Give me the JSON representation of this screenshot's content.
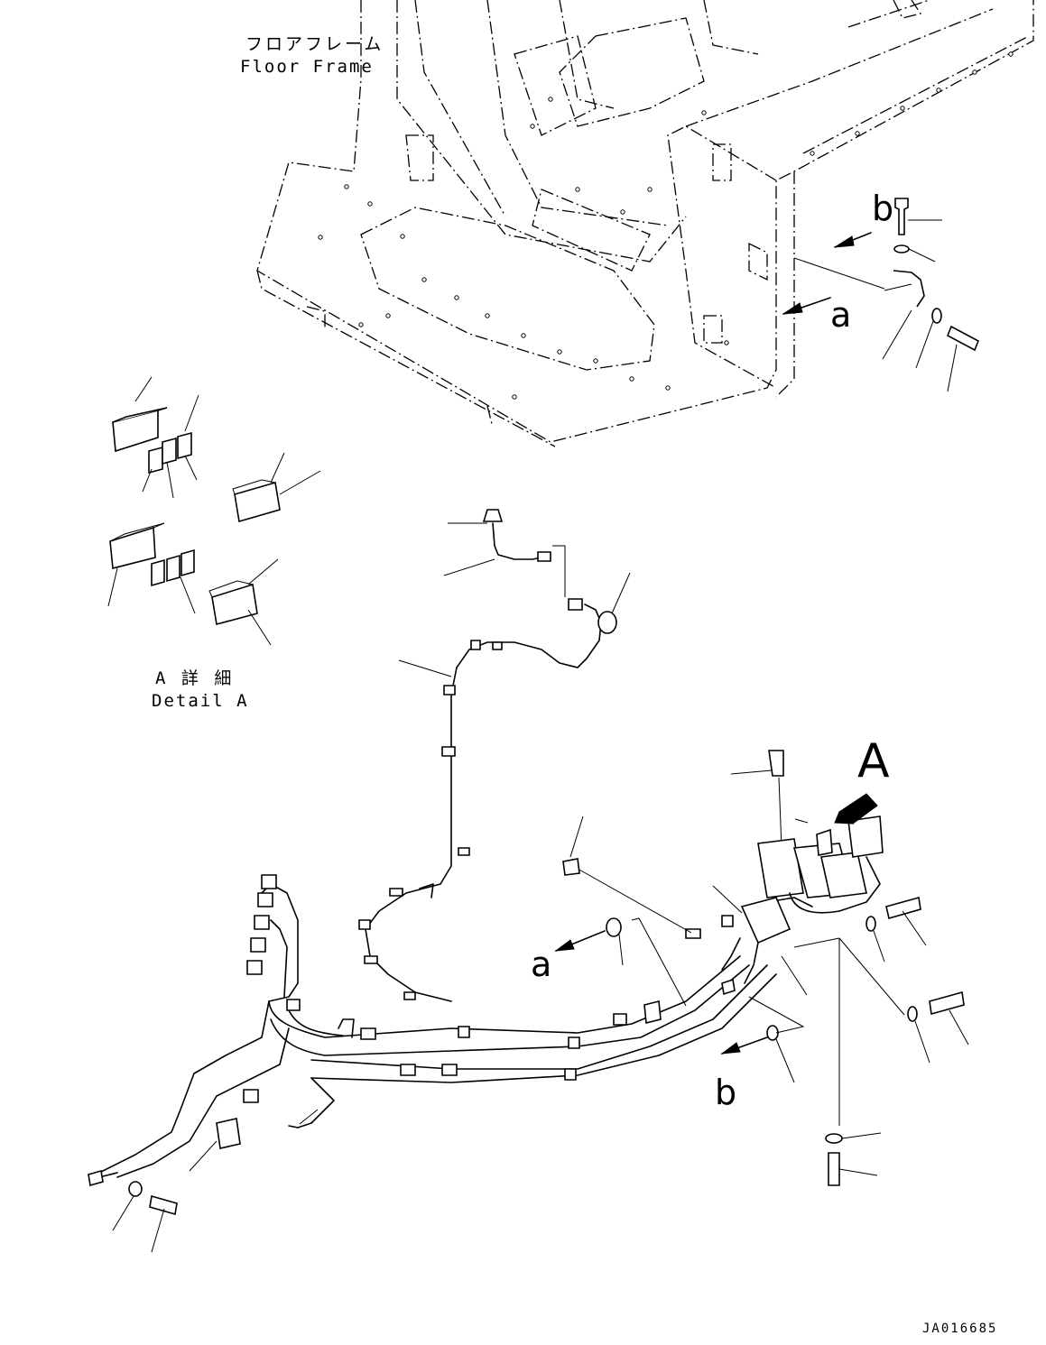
{
  "floor_frame": {
    "label_jp": "フロアフレーム",
    "label_en": "Floor Frame"
  },
  "detail": {
    "label_jp": "A 詳 細",
    "label_en": "Detail A"
  },
  "refs": {
    "b_top": "b",
    "a_top": "a",
    "A_main": "A",
    "a_bottom": "a",
    "b_bottom": "b"
  },
  "drawing_code": "JA016685"
}
